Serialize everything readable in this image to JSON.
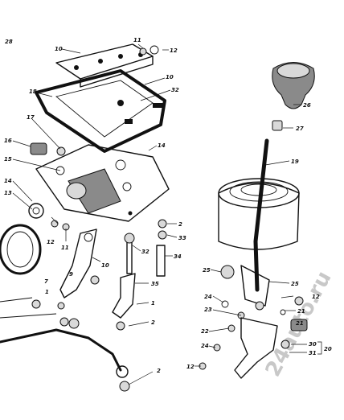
{
  "diagram": {
    "watermark": "24auto.ru",
    "callouts": [
      "28",
      "10",
      "11",
      "12",
      "10",
      "18",
      "32",
      "17",
      "16",
      "15",
      "14",
      "13",
      "14",
      "12",
      "11",
      "2",
      "33",
      "32",
      "34",
      "7",
      "1",
      "9",
      "10",
      "35",
      "1",
      "2",
      "2",
      "26",
      "27",
      "19",
      "25",
      "25",
      "24",
      "23",
      "12",
      "21",
      "22",
      "21",
      "20",
      "24",
      "30",
      "31",
      "12",
      "2"
    ]
  }
}
